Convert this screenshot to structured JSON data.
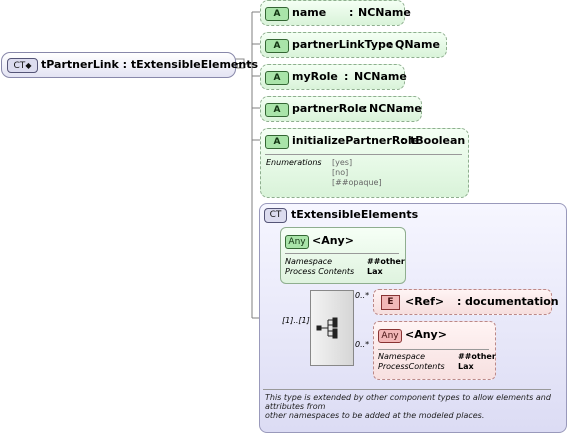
{
  "root": {
    "badge": "CT",
    "name": "tPartnerLink",
    "separator": ":",
    "type": "tExtensibleElements"
  },
  "attributes": [
    {
      "badge": "A",
      "name": "name",
      "separator": ":",
      "type": "NCName"
    },
    {
      "badge": "A",
      "name": "partnerLinkType",
      "separator": ":",
      "type": "QName"
    },
    {
      "badge": "A",
      "name": "myRole",
      "separator": ":",
      "type": "NCName"
    },
    {
      "badge": "A",
      "name": "partnerRole",
      "separator": ":",
      "type": "NCName"
    },
    {
      "badge": "A",
      "name": "initializePartnerRole",
      "separator": ":",
      "type": "tBoolean"
    }
  ],
  "enumerations": {
    "label": "Enumerations",
    "values": [
      "[yes]",
      "[no]",
      "[##opaque]"
    ]
  },
  "extension": {
    "badge": "CT",
    "name": "tExtensibleElements",
    "any_attribute": {
      "badge": "Any",
      "label": "<Any>",
      "namespace_label": "Namespace",
      "namespace_value": "##other",
      "process_label": "Process Contents",
      "process_value": "Lax"
    },
    "sequence": {
      "cardinality": "[1]..[1]"
    },
    "ref_element": {
      "badge": "E",
      "label": "<Ref>",
      "separator": ":",
      "type": "documentation",
      "cardinality": "0..*"
    },
    "any_element": {
      "badge": "Any",
      "label": "<Any>",
      "cardinality": "0..*",
      "namespace_label": "Namespace",
      "namespace_value": "##other",
      "process_label": "ProcessContents",
      "process_value": "Lax"
    },
    "documentation": [
      "This type is extended by other component types to allow elements and attributes from",
      "other namespaces to be added at the modeled places."
    ]
  }
}
